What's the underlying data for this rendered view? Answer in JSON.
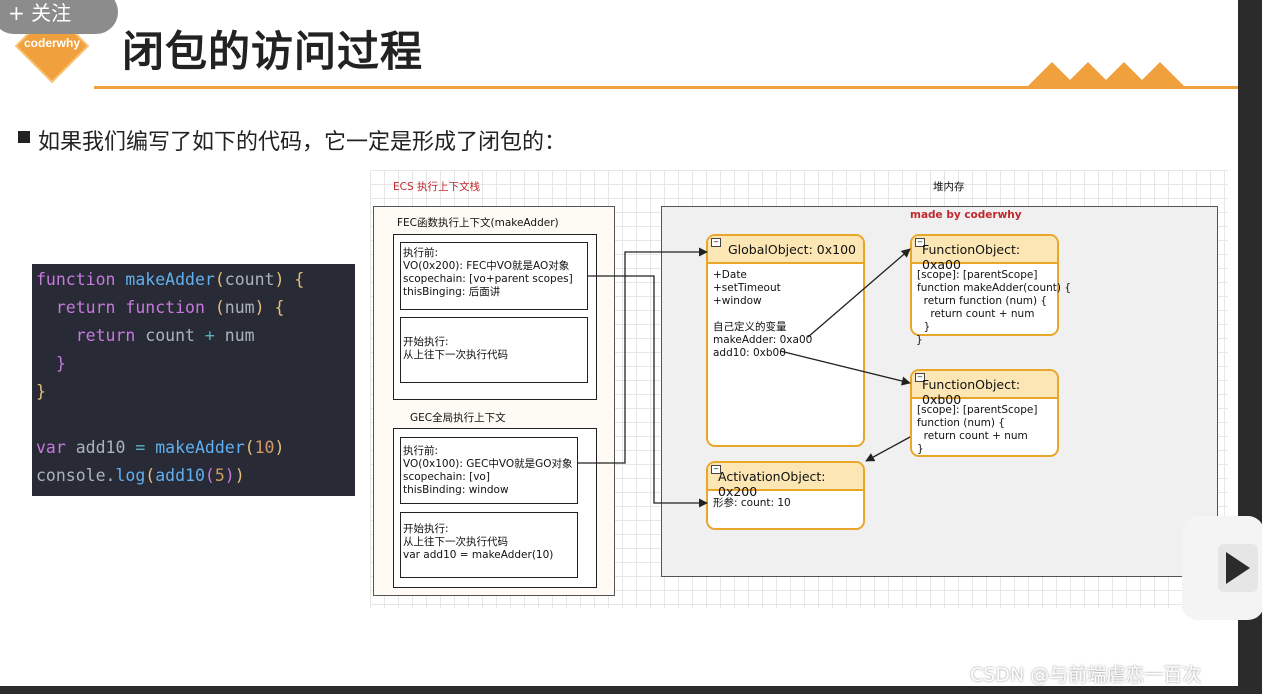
{
  "header": {
    "follow_label": "+ 关注",
    "logo_text": "coderwhy",
    "title": "闭包的访问过程"
  },
  "intro": "如果我们编写了如下的代码，它一定是形成了闭包的：",
  "code_lines": [
    "function makeAdder(count) {",
    "  return function (num) {",
    "    return count + num",
    "  }",
    "}",
    "",
    "var add10 = makeAdder(10)",
    "console.log(add10(5))"
  ],
  "diagram": {
    "ecs_label": "ECS 执行上下文栈",
    "heap_label": "堆内存",
    "made_by": "made by coderwhy",
    "fec": {
      "title": "FEC函数执行上下文(makeAdder)",
      "before_lines": [
        "执行前:",
        "VO(0x200): FEC中VO就是AO对象",
        "scopechain: [vo+parent scopes]",
        "thisBinging: 后面讲"
      ],
      "start_lines": [
        "开始执行:",
        "从上往下一次执行代码"
      ]
    },
    "gec": {
      "title": "GEC全局执行上下文",
      "before_lines": [
        "执行前:",
        "VO(0x100): GEC中VO就是GO对象",
        "scopechain: [vo]",
        "thisBinding: window"
      ],
      "start_lines": [
        "开始执行:",
        "从上往下一次执行代码",
        "var add10 = makeAdder(10)"
      ]
    },
    "global_object": {
      "title": "GlobalObject: 0x100",
      "lines": [
        "+Date",
        "+setTimeout",
        "+window",
        "",
        "自己定义的变量",
        "makeAdder: 0xa00",
        "add10: 0xb00"
      ]
    },
    "function_a00": {
      "title": "FunctionObject: 0xa00",
      "lines": [
        "[scope]: [parentScope]",
        "function makeAdder(count) {",
        "  return function (num) {",
        "    return count + num",
        "  }",
        "}"
      ]
    },
    "function_b00": {
      "title": "FunctionObject: 0xb00",
      "lines": [
        "[scope]: [parentScope]",
        "function (num) {",
        "  return count + num",
        "}"
      ]
    },
    "activation_object": {
      "title": "ActivationObject: 0x200",
      "lines": [
        "形参: count: 10"
      ]
    }
  },
  "watermark": "CSDN @与前端虐恋一百次",
  "colors": {
    "accent_orange": "#f0a03c",
    "object_border": "#e8a72a",
    "object_header": "#fbe6b4",
    "code_bg": "#282b35",
    "ecs_label_red": "#c0282d"
  }
}
